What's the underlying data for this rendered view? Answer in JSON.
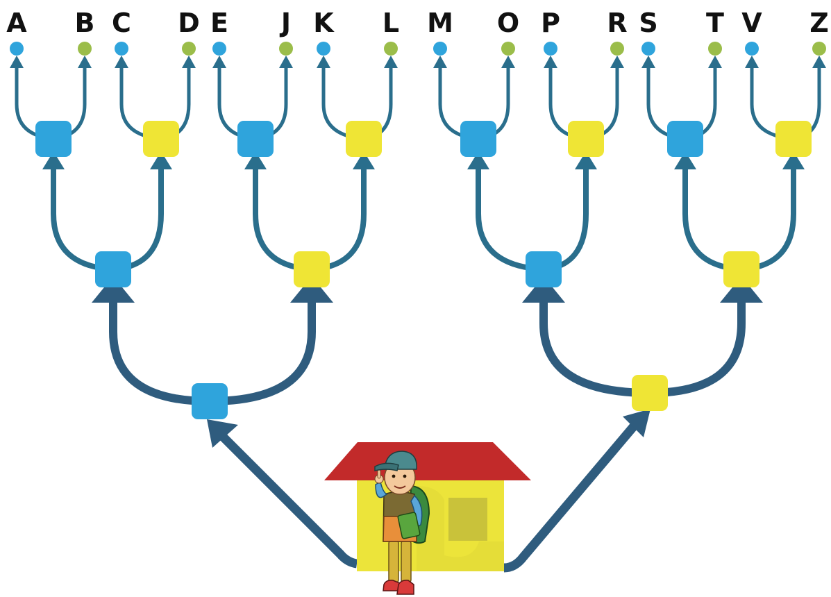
{
  "leaves": [
    {
      "label": "A",
      "dot": "blue"
    },
    {
      "label": "B",
      "dot": "green"
    },
    {
      "label": "C",
      "dot": "blue"
    },
    {
      "label": "D",
      "dot": "green"
    },
    {
      "label": "E",
      "dot": "blue"
    },
    {
      "label": "J",
      "dot": "green"
    },
    {
      "label": "K",
      "dot": "blue"
    },
    {
      "label": "L",
      "dot": "green"
    },
    {
      "label": "M",
      "dot": "blue"
    },
    {
      "label": "O",
      "dot": "green"
    },
    {
      "label": "P",
      "dot": "blue"
    },
    {
      "label": "R",
      "dot": "green"
    },
    {
      "label": "S",
      "dot": "blue"
    },
    {
      "label": "T",
      "dot": "green"
    },
    {
      "label": "V",
      "dot": "blue"
    },
    {
      "label": "Z",
      "dot": "green"
    }
  ],
  "colors": {
    "node_blue": "#2fa4dc",
    "node_yellow": "#efe535",
    "dot_blue": "#2fa4dc",
    "dot_green": "#9bbd4a",
    "arrow": "#2a6e8c",
    "arrow_dark": "#2f5c7e",
    "roof": "#c22a2a",
    "house": "#ece43a",
    "house_shadow": "#c9c23a",
    "label": "#111111"
  },
  "decor": {
    "house_icon": "house-icon",
    "person_icon": "student-with-backpack-icon"
  }
}
